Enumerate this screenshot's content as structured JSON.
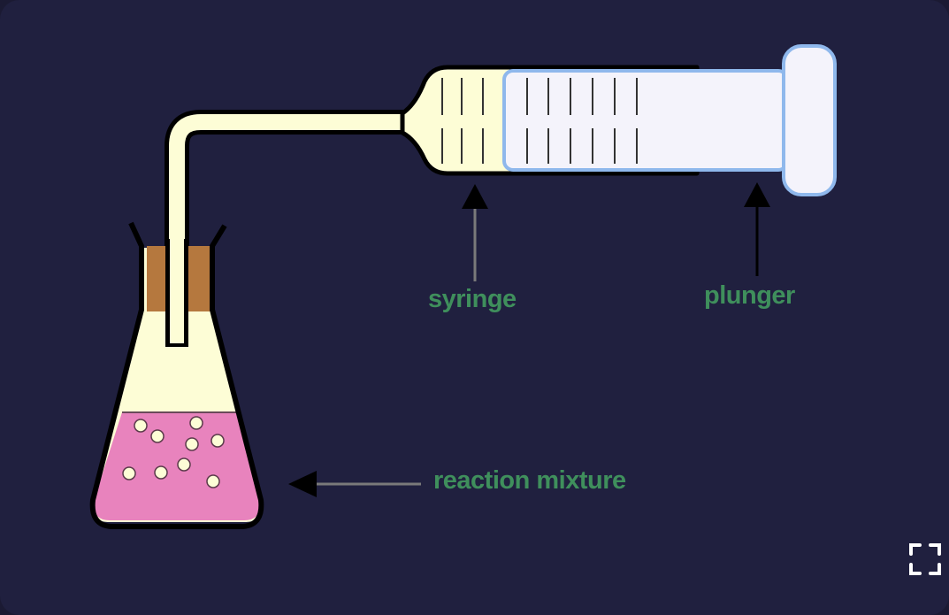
{
  "diagram": {
    "labels": {
      "syringe": "syringe",
      "plunger": "plunger",
      "reaction_mixture": "reaction mixture"
    }
  },
  "colors": {
    "background": "#20203f",
    "label_text": "#3f8f5c",
    "gas_fill": "#fdfdd6",
    "liquid": "#e883bd",
    "bung": "#b5783e",
    "plunger": "#f4f3fb",
    "plunger_outline": "#8fb8ec"
  },
  "controls": {
    "fullscreen_icon": "fullscreen-icon"
  }
}
